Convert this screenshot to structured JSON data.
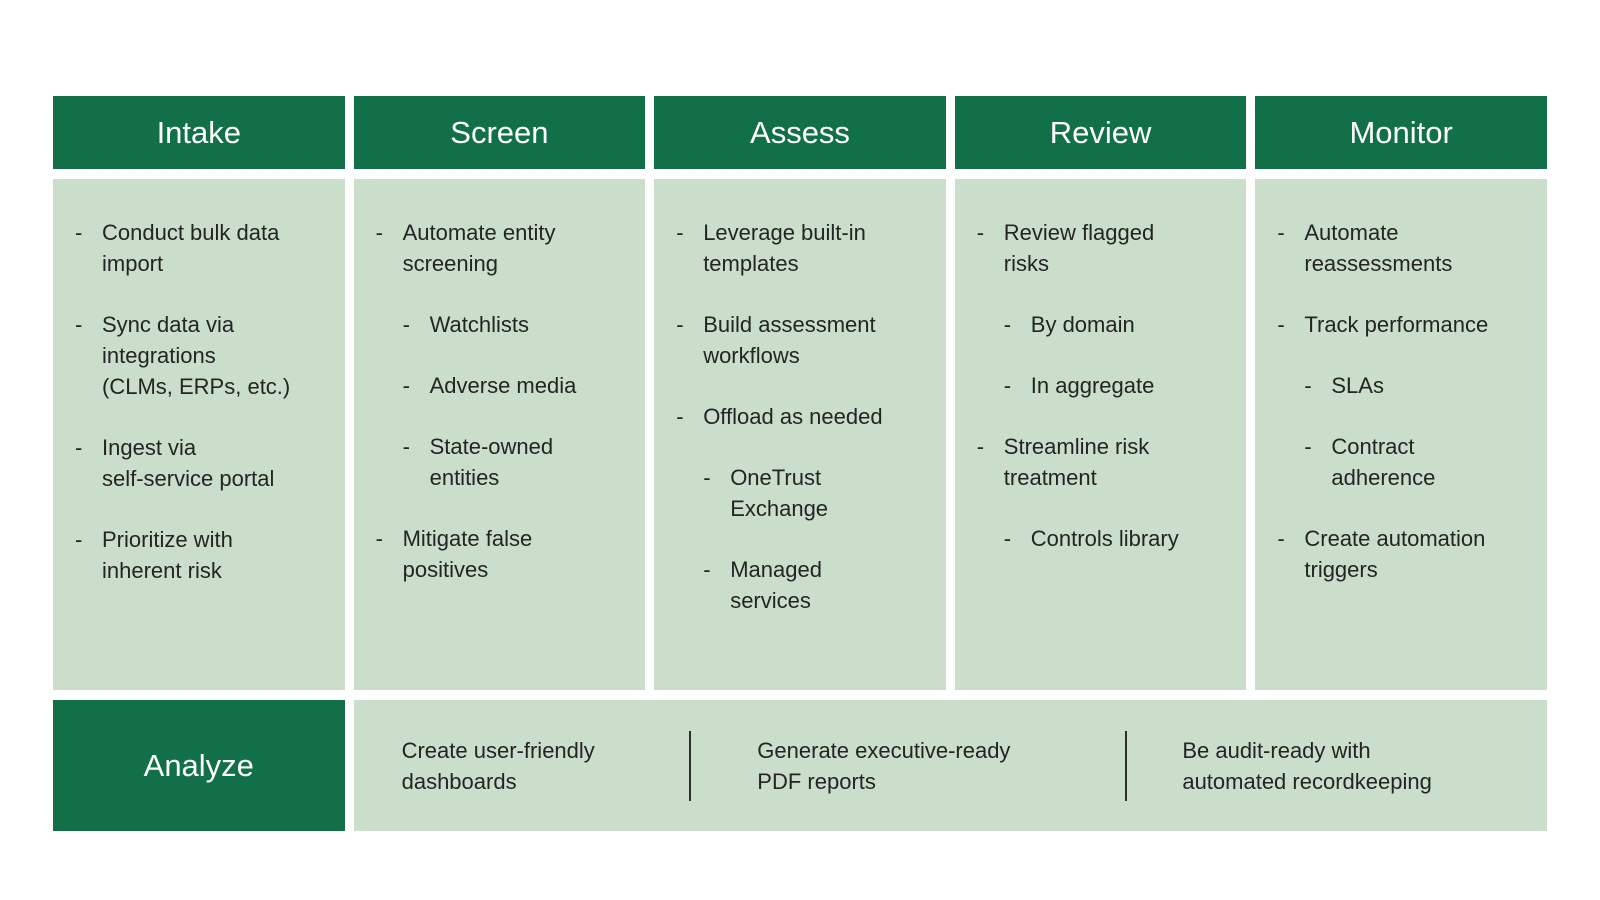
{
  "palette": {
    "header_green": "#127048",
    "panel_green": "#cadecb",
    "text": "#242424",
    "header_text": "#ffffff",
    "divider": "#2e2e2e"
  },
  "marker": "-",
  "columns": [
    {
      "title": "Intake",
      "items": [
        {
          "level": 1,
          "text": "Conduct bulk data\nimport"
        },
        {
          "level": 1,
          "text": "Sync data via\nintegrations\n(CLMs, ERPs, etc.)"
        },
        {
          "level": 1,
          "text": "Ingest via\nself-service portal"
        },
        {
          "level": 1,
          "text": "Prioritize with\ninherent risk"
        }
      ]
    },
    {
      "title": "Screen",
      "items": [
        {
          "level": 1,
          "text": "Automate entity\nscreening"
        },
        {
          "level": 2,
          "text": "Watchlists"
        },
        {
          "level": 2,
          "text": "Adverse media"
        },
        {
          "level": 2,
          "text": "State-owned\nentities"
        },
        {
          "level": 1,
          "text": "Mitigate false\npositives"
        }
      ]
    },
    {
      "title": "Assess",
      "items": [
        {
          "level": 1,
          "text": "Leverage built-in\ntemplates"
        },
        {
          "level": 1,
          "text": "Build assessment\nworkflows"
        },
        {
          "level": 1,
          "text": "Offload as needed"
        },
        {
          "level": 2,
          "text": "OneTrust\nExchange"
        },
        {
          "level": 2,
          "text": "Managed\nservices"
        }
      ]
    },
    {
      "title": "Review",
      "items": [
        {
          "level": 1,
          "text": "Review flagged\nrisks"
        },
        {
          "level": 2,
          "text": "By domain"
        },
        {
          "level": 2,
          "text": "In aggregate"
        },
        {
          "level": 1,
          "text": "Streamline risk\ntreatment"
        },
        {
          "level": 2,
          "text": "Controls library"
        }
      ]
    },
    {
      "title": "Monitor",
      "items": [
        {
          "level": 1,
          "text": "Automate\nreassessments"
        },
        {
          "level": 1,
          "text": "Track performance"
        },
        {
          "level": 2,
          "text": "SLAs"
        },
        {
          "level": 2,
          "text": "Contract\nadherence"
        },
        {
          "level": 1,
          "text": "Create automation\ntriggers"
        }
      ]
    }
  ],
  "bottom": {
    "title": "Analyze",
    "cells": [
      {
        "text": "Create user-friendly\ndashboards"
      },
      {
        "text": "Generate executive-ready\nPDF reports"
      },
      {
        "text": "Be audit-ready with\nautomated recordkeeping"
      }
    ]
  }
}
